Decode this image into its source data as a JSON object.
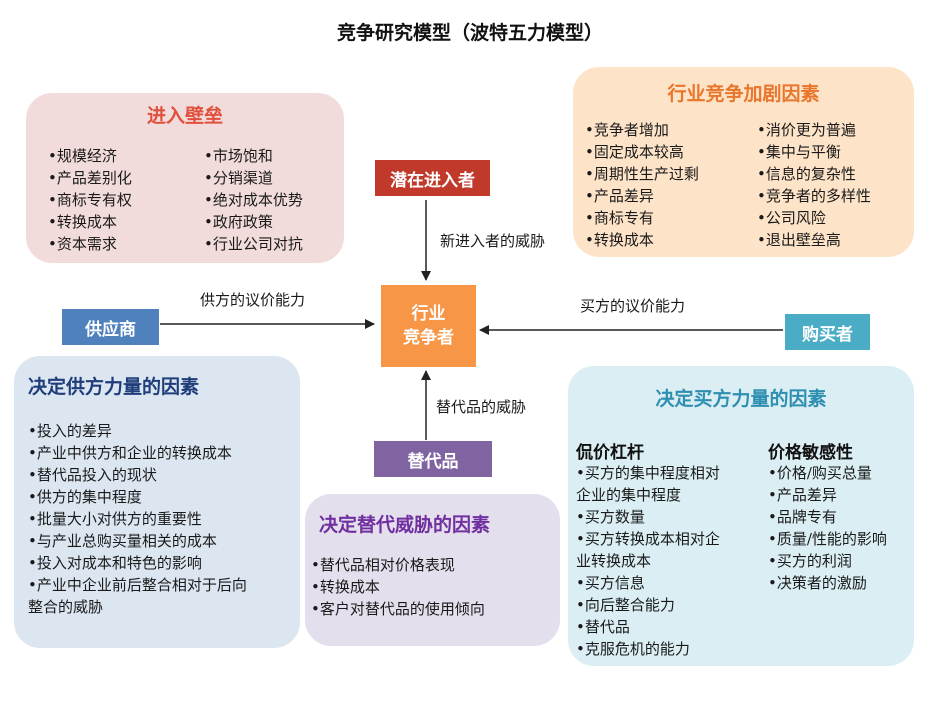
{
  "title": "竞争研究模型（波特五力模型）",
  "colors": {
    "entry_panel": "#f2dcdb",
    "entry_title": "#e0503c",
    "rivalry_panel": "#fde3c8",
    "rivalry_title": "#e8762c",
    "supplier_panel": "#dce6f1",
    "supplier_title": "#1f3d7a",
    "buyer_panel": "#daeef3",
    "buyer_title": "#2e8fb0",
    "substitute_panel": "#e4dfec",
    "substitute_title": "#7030a0",
    "potential_entrants_box": "#c0392b",
    "industry_box": "#f79646",
    "suppliers_box": "#4f81bd",
    "buyers_box": "#4bacc6",
    "substitutes_box": "#8064a2"
  },
  "panels": {
    "entry_barriers": {
      "title": "进入壁垒",
      "left_items": [
        "规模经济",
        "产品差别化",
        "商标专有权",
        "转换成本",
        "资本需求"
      ],
      "right_items": [
        "市场饱和",
        "分销渠道",
        "绝对成本优势",
        "政府政策",
        "行业公司对抗"
      ]
    },
    "rivalry": {
      "title": "行业竞争加剧因素",
      "left_items": [
        "竞争者增加",
        "固定成本较高",
        "周期性生产过剩",
        "产品差异",
        "商标专有",
        "转换成本"
      ],
      "right_items": [
        "消价更为普遍",
        "集中与平衡",
        "信息的复杂性",
        "竞争者的多样性",
        "公司风险",
        "退出壁垒高"
      ]
    },
    "supplier_power": {
      "title": "决定供方力量的因素",
      "items": [
        "投入的差异",
        "产业中供方和企业的转换成本",
        "替代品投入的现状",
        "供方的集中程度",
        "批量大小对供方的重要性",
        "与产业总购买量相关的成本",
        "投入对成本和特色的影响",
        "产业中企业前后整合相对于后向"
      ],
      "continuation": "整合的威胁"
    },
    "substitute_threat": {
      "title": "决定替代威胁的因素",
      "items": [
        "替代品相对价格表现",
        "转换成本",
        "客户对替代品的使用倾向"
      ]
    },
    "buyer_power": {
      "title": "决定买方力量的因素",
      "left_heading": "侃价杠杆",
      "left_items": [
        {
          "text": "买方的集中程度相对",
          "cont": "企业的集中程度"
        },
        {
          "text": "买方数量"
        },
        {
          "text": "买方转换成本相对企",
          "cont": "业转换成本"
        },
        {
          "text": "买方信息"
        },
        {
          "text": "向后整合能力"
        },
        {
          "text": "替代品"
        },
        {
          "text": "克服危机的能力"
        }
      ],
      "right_heading": "价格敏感性",
      "right_items": [
        "价格/购买总量",
        "产品差异",
        "品牌专有",
        "质量/性能的影响",
        "买方的利润",
        "决策者的激励"
      ]
    }
  },
  "boxes": {
    "potential_entrants": "潜在进入者",
    "industry_competitors": "行业\n竞争者",
    "suppliers": "供应商",
    "buyers": "购买者",
    "substitutes": "替代品"
  },
  "arrow_labels": {
    "new_entrants_threat": "新进入者的威胁",
    "supplier_bargaining": "供方的议价能力",
    "buyer_bargaining": "买方的议价能力",
    "substitute_threat": "替代品的威胁"
  }
}
